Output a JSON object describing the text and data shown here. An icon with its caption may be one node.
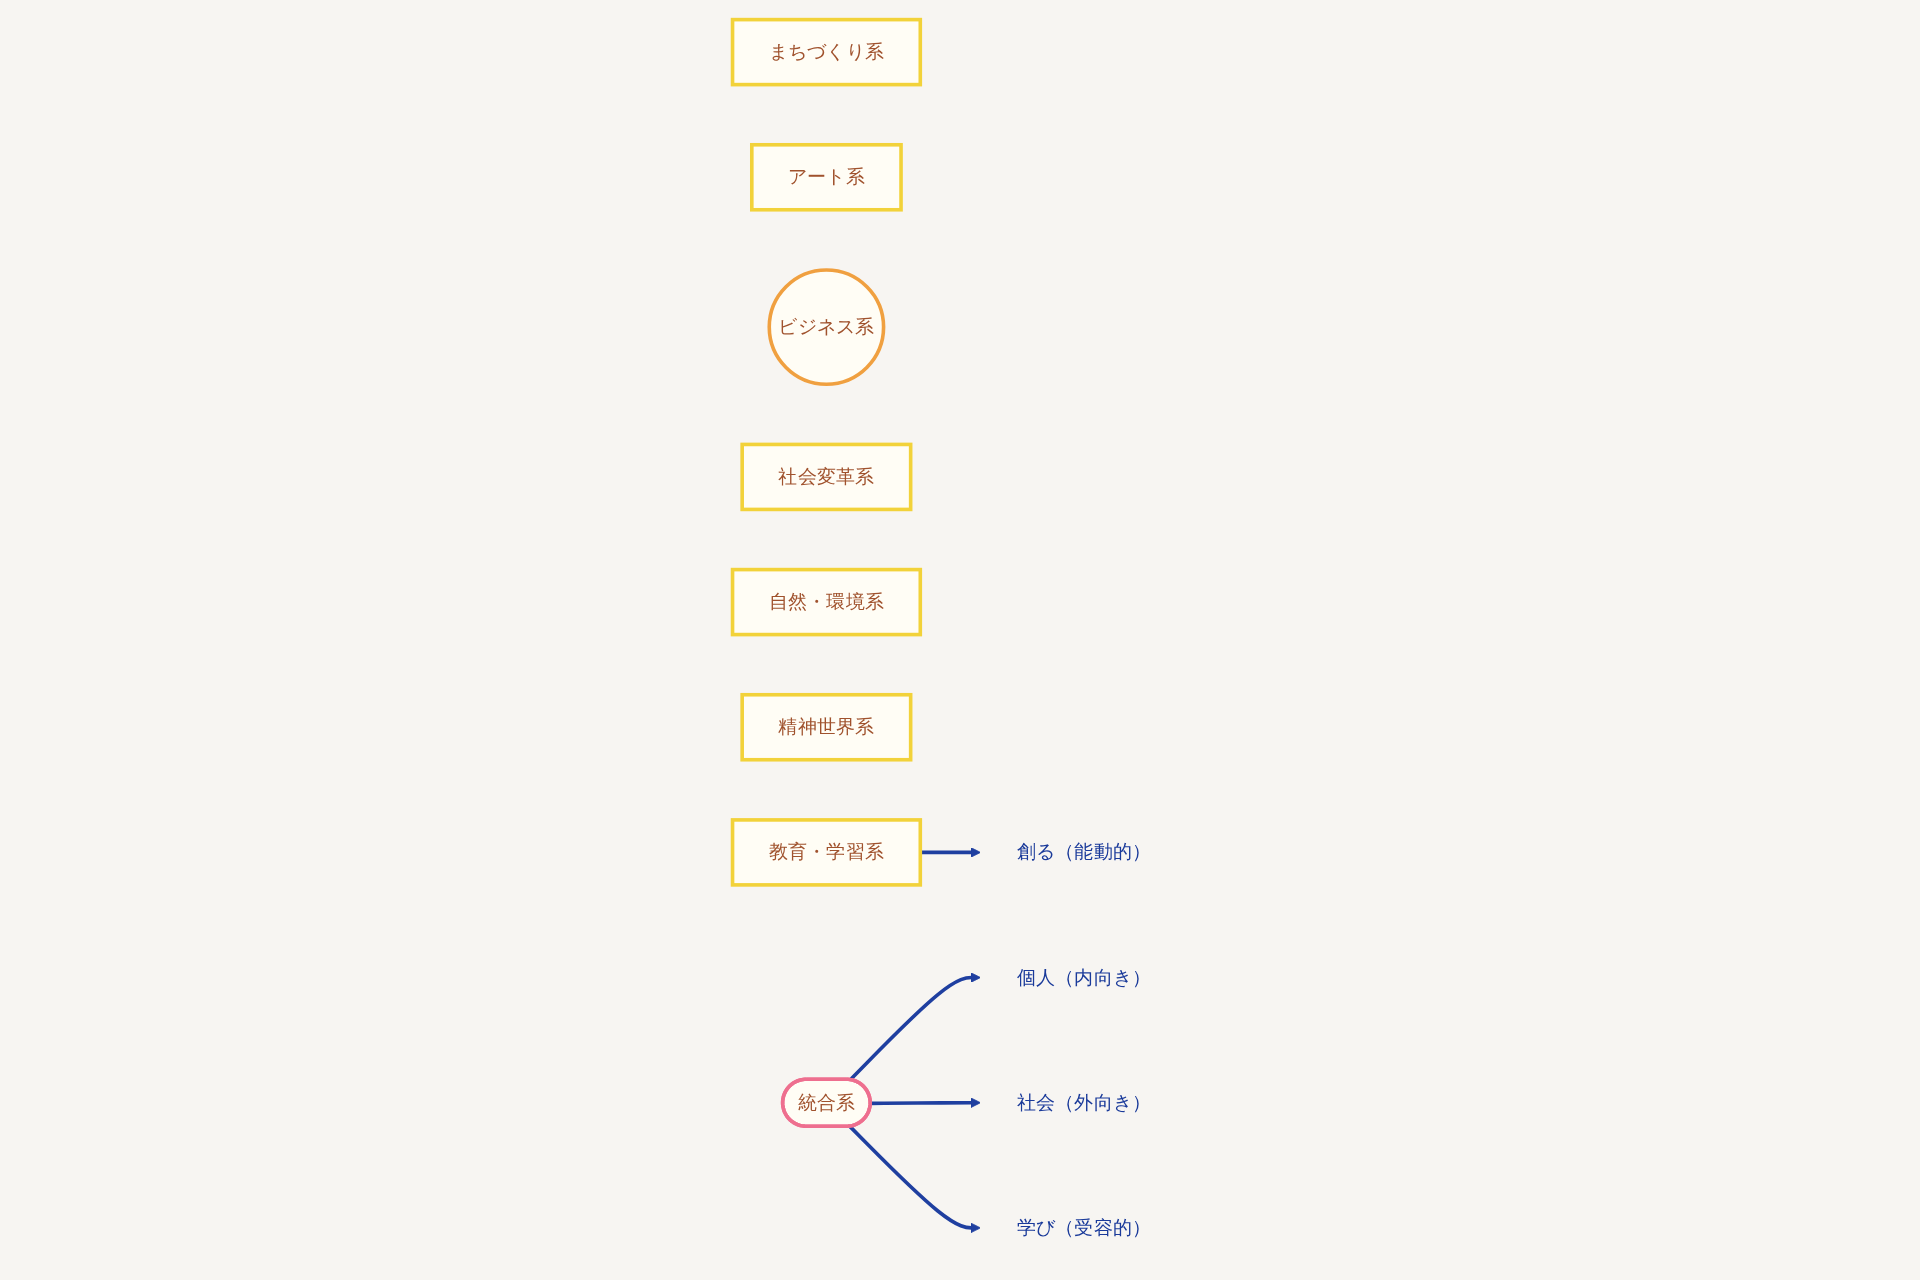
{
  "diagram": {
    "nodes": [
      {
        "text": [
          "創る（能動的）"
        ]
      },
      {
        "text": [
          "まちづくり系"
        ]
      },
      {
        "text": [
          "アート系"
        ]
      },
      {
        "text": [
          "ビジネス系"
        ]
      },
      {
        "text": [
          "統合系"
        ]
      },
      {
        "text": [
          "教育・学習系"
        ]
      },
      {
        "text": [
          "社会変革系"
        ]
      },
      {
        "text": [
          "個人（内向き）"
        ]
      },
      {
        "text": [
          "社会（外向き）"
        ]
      },
      {
        "text": [
          "自然・環境系"
        ]
      },
      {
        "text": [
          "精神世界系"
        ]
      },
      {
        "text": [
          "学び（受容的）"
        ]
      }
    ],
    "edges": [
      {
        "from": 5,
        "to": 0,
        "arrow": "to"
      },
      {
        "from": 4,
        "to": 7,
        "arrow": "to"
      },
      {
        "from": 4,
        "to": 8,
        "arrow": "to"
      },
      {
        "from": 4,
        "to": 11,
        "arrow": "to"
      }
    ]
  }
}
